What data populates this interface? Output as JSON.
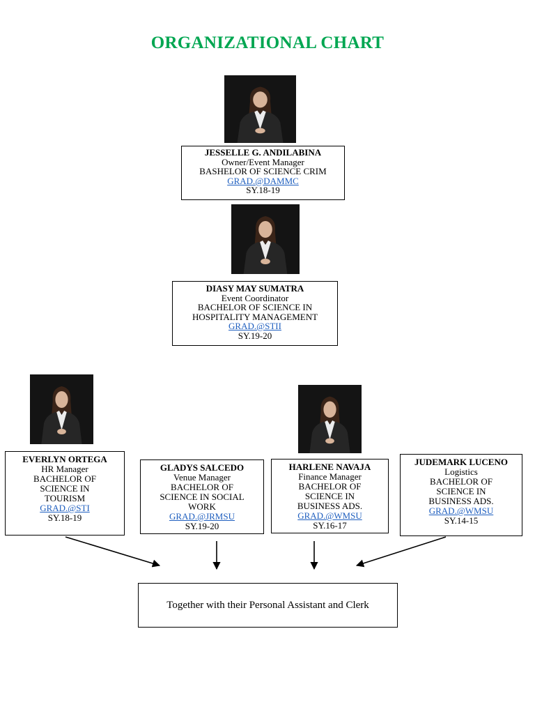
{
  "colors": {
    "title": "#00a651",
    "link": "#1f5fbf",
    "photo_bg": "#141414",
    "suit": "#262626",
    "blouse": "#ececec",
    "skin": "#d8b49a",
    "hair": "#3a2418"
  },
  "title": "ORGANIZATIONAL CHART",
  "members": {
    "owner": {
      "name": "JESSELLE G. ANDILABINA",
      "role": "Owner/Event Manager",
      "degree": [
        "BASHELOR OF SCIENCE CRIM"
      ],
      "school": "GRAD.@DAMMC",
      "sy": "SY.18-19"
    },
    "coordinator": {
      "name": "DIASY MAY SUMATRA",
      "role": "Event Coordinator",
      "degree": [
        "BACHELOR OF SCIENCE IN",
        "HOSPITALITY MANAGEMENT"
      ],
      "school": "GRAD.@STII",
      "sy": "SY.19-20"
    },
    "hr": {
      "name": "EVERLYN ORTEGA",
      "role": "HR Manager",
      "degree": [
        "BACHELOR OF",
        "SCIENCE IN",
        "TOURISM"
      ],
      "school": "GRAD.@STI",
      "sy": "SY.18-19"
    },
    "venue": {
      "name": "GLADYS SALCEDO",
      "role": "Venue Manager",
      "degree": [
        "BACHELOR OF",
        "SCIENCE IN SOCIAL",
        "WORK"
      ],
      "school": "GRAD.@JRMSU",
      "sy": "SY.19-20"
    },
    "finance": {
      "name": "HARLENE NAVAJA",
      "role": "Finance Manager",
      "degree": [
        "BACHELOR OF",
        "SCIENCE IN",
        "BUSINESS ADS."
      ],
      "school": "GRAD.@WMSU",
      "sy": "SY.16-17"
    },
    "logistics": {
      "name": "JUDEMARK LUCENO",
      "role": "Logistics",
      "degree": [
        "BACHELOR OF",
        "SCIENCE IN",
        "BUSINESS ADS."
      ],
      "school": "GRAD.@WMSU",
      "sy": "SY.14-15"
    }
  },
  "footer": "Together with their Personal Assistant and Clerk"
}
